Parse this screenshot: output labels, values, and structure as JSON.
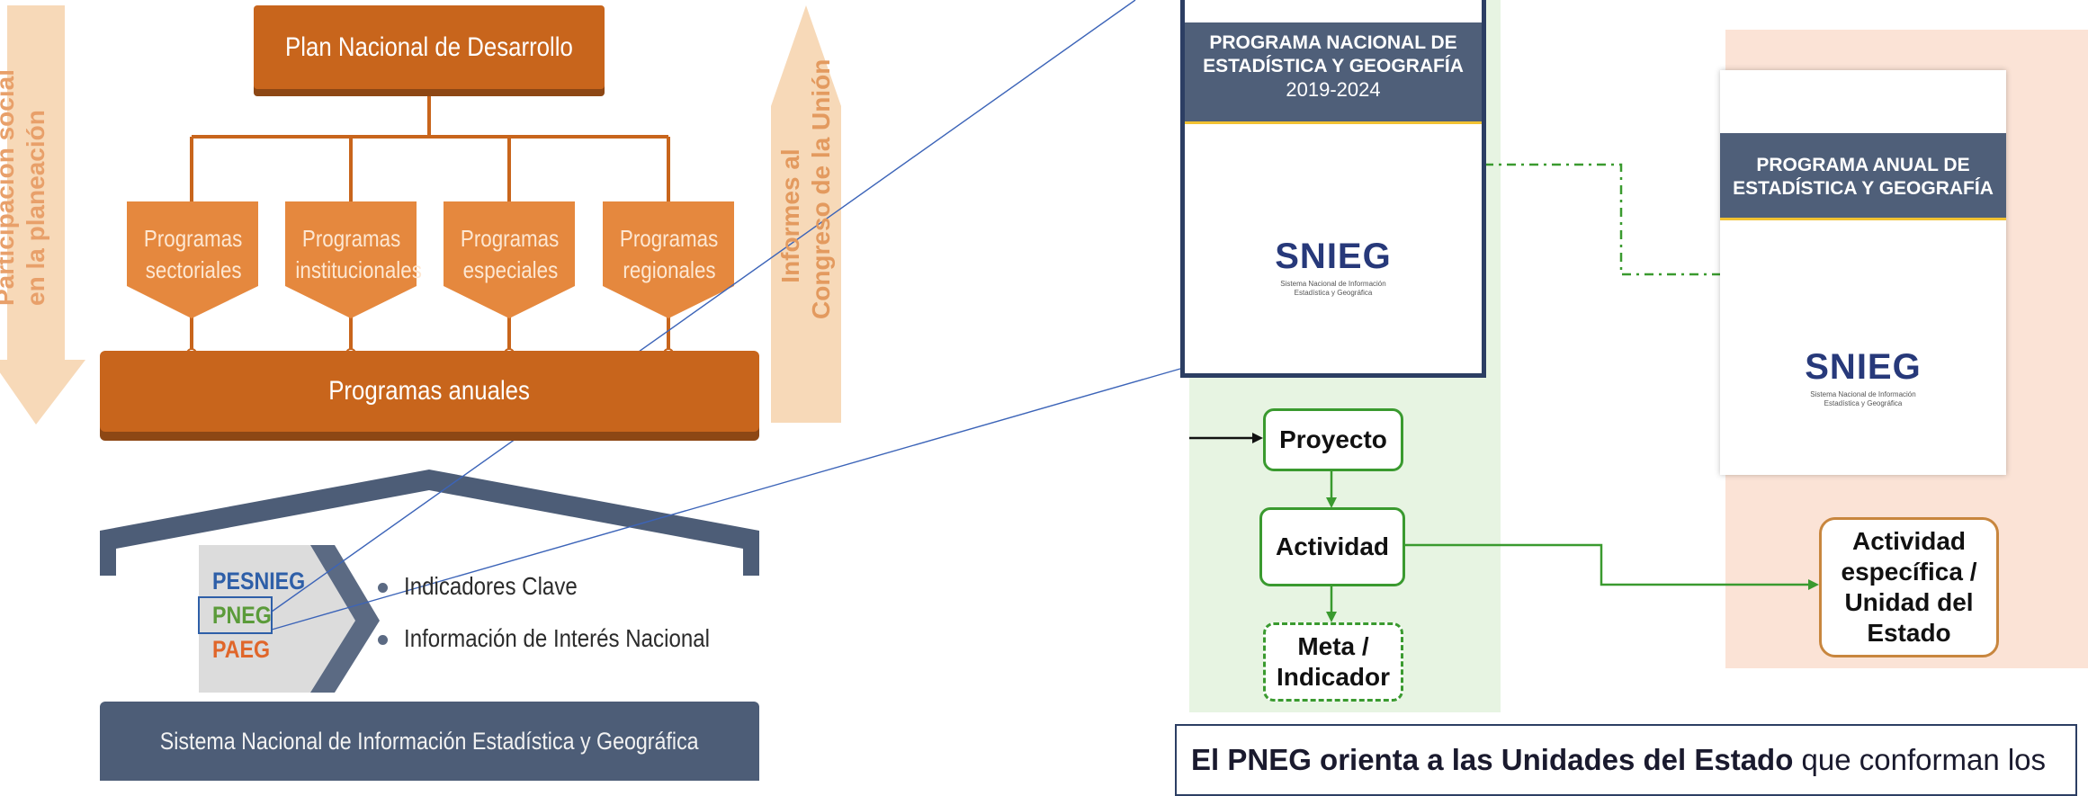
{
  "left_diagram": {
    "left_arrow_text": [
      "Participación social",
      "en la planeación"
    ],
    "right_arrow_text": [
      "Informes al",
      "Congreso de la Unión"
    ],
    "plan_title": "Plan Nacional de Desarrollo",
    "programs": [
      {
        "line1": "Programas",
        "line2": "sectoriales"
      },
      {
        "line1": "Programas",
        "line2": "institucionales"
      },
      {
        "line1": "Programas",
        "line2": "especiales"
      },
      {
        "line1": "Programas",
        "line2": "regionales"
      }
    ],
    "annual_programs": "Programas anuales",
    "program_stack": [
      "PESNIEG",
      "PNEG",
      "PAEG"
    ],
    "bullets": [
      "Indicadores Clave",
      "Información de Interés Nacional"
    ],
    "system_bar": "Sistema Nacional de Información Estadística y Geográfica",
    "colors": {
      "orange": "#c8651c",
      "light_orange": "#e5883e",
      "slate": "#4d5d77",
      "blue": "#2e5fa8",
      "green": "#5b9b3a",
      "red": "#e0662a"
    }
  },
  "right_diagram": {
    "pneg_cover": {
      "line1": "PROGRAMA NACIONAL DE",
      "line2": "ESTADÍSTICA Y GEOGRAFÍA",
      "years": "2019-2024",
      "logo": "SNIEG",
      "logo_sub1": "Sistema Nacional de Información",
      "logo_sub2": "Estadística y Geográfica"
    },
    "paeg_cover": {
      "line1": "PROGRAMA ANUAL DE",
      "line2": "ESTADÍSTICA Y GEOGRAFÍA",
      "logo": "SNIEG",
      "logo_sub1": "Sistema Nacional de Información",
      "logo_sub2": "Estadística y Geográfica"
    },
    "nodes": {
      "proyecto": "Proyecto",
      "actividad": "Actividad",
      "meta_line1": "Meta /",
      "meta_line2": "Indicador",
      "especifica": [
        "Actividad",
        "específica /",
        "Unidad del",
        "Estado"
      ]
    },
    "note": {
      "bold": "El PNEG orienta a las Unidades del Estado",
      "rest": " que conforman los"
    },
    "colors": {
      "green_panel": "#e7f4e2",
      "peach_panel": "#fbe3d6",
      "cover_head": "#4f5f79",
      "frame": "#2c3e63",
      "green": "#3a9a2f"
    }
  }
}
